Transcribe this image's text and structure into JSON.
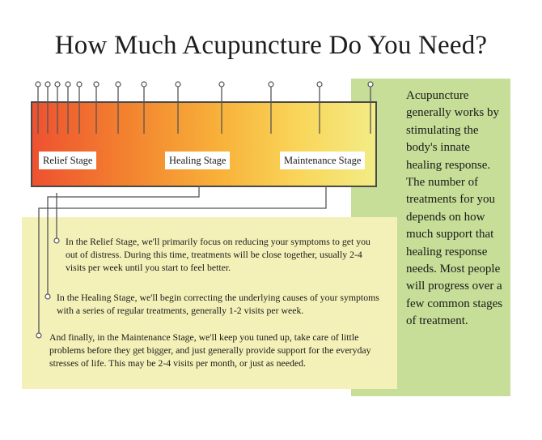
{
  "title": "How Much Acupuncture Do You Need?",
  "stages": {
    "relief": "Relief Stage",
    "healing": "Healing Stage",
    "maintenance": "Maintenance Stage"
  },
  "descriptions": {
    "relief": "In the Relief Stage, we'll primarily focus on reducing your symptoms to get you out of distress.  During this time, treatments will be close together, usually 2-4 visits per week until you start to feel better.",
    "healing": "In the Healing Stage, we'll begin correcting the underlying causes of your symptoms with a series of regular treatments, generally 1-2 visits per week.",
    "maintenance": "And finally, in the Maintenance Stage, we'll keep you tuned up, take care of little problems before they get bigger, and just generally provide support for the everyday stresses of life.  This may be 2-4 visits per month, or just as needed."
  },
  "sidebar_text": "Acupuncture generally works by stimulating the body's innate healing response. The number of treatments for you depends on how much support that healing response needs. Most people will progress over a few common stages of treatment.",
  "colors": {
    "green_panel": "#c6de97",
    "yellow_panel": "#f4f1b8",
    "gradient_start": "#ee5130",
    "gradient_end": "#f3ec86"
  }
}
